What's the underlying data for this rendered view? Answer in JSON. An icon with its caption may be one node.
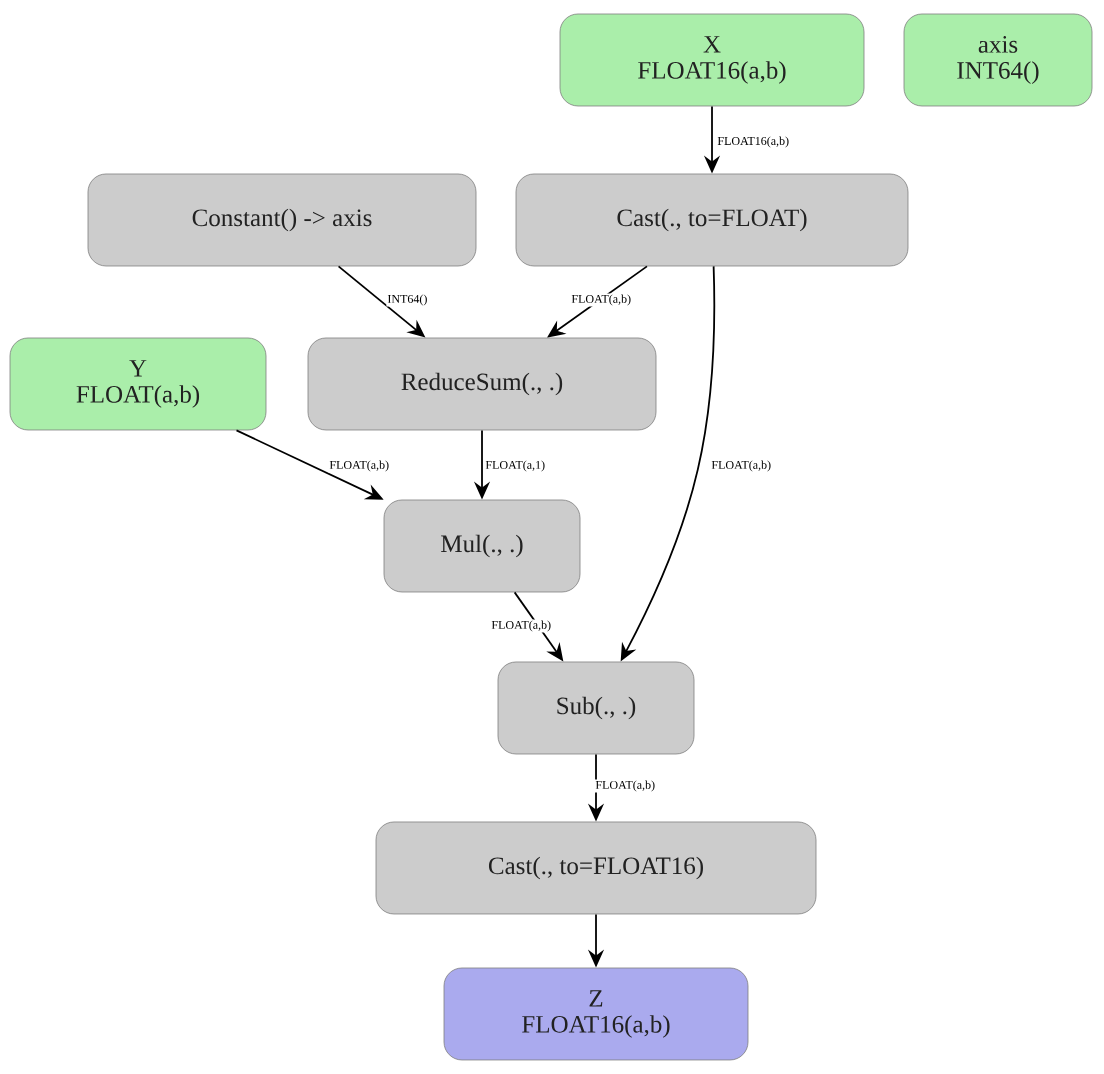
{
  "diagram": {
    "nodes": [
      {
        "text": [
          "X",
          "FLOAT16(a,b)"
        ]
      },
      {
        "text": [
          "axis",
          "INT64()"
        ]
      },
      {
        "text": [
          "Constant() -> axis"
        ]
      },
      {
        "text": [
          "Cast(., to=FLOAT)"
        ]
      },
      {
        "text": [
          "Y",
          "FLOAT(a,b)"
        ]
      },
      {
        "text": [
          "ReduceSum(., .)"
        ]
      },
      {
        "text": [
          "Mul(., .)"
        ]
      },
      {
        "text": [
          "Sub(., .)"
        ]
      },
      {
        "text": [
          "Cast(., to=FLOAT16)"
        ]
      },
      {
        "text": [
          "Z",
          "FLOAT16(a,b)"
        ]
      }
    ],
    "edges": [
      {
        "from": 0,
        "to": 3,
        "arrow": "to",
        "label": "FLOAT16(a,b)"
      },
      {
        "from": 2,
        "to": 5,
        "arrow": "to",
        "label": "INT64()"
      },
      {
        "from": 3,
        "to": 5,
        "arrow": "to",
        "label": "FLOAT(a,b)"
      },
      {
        "from": 3,
        "to": 7,
        "arrow": "to",
        "label": "FLOAT(a,b)"
      },
      {
        "from": 4,
        "to": 6,
        "arrow": "to",
        "label": "FLOAT(a,b)"
      },
      {
        "from": 5,
        "to": 6,
        "arrow": "to",
        "label": "FLOAT(a,1)"
      },
      {
        "from": 6,
        "to": 7,
        "arrow": "to",
        "label": "FLOAT(a,b)"
      },
      {
        "from": 7,
        "to": 8,
        "arrow": "to",
        "label": "FLOAT(a,b)"
      },
      {
        "from": 8,
        "to": 9,
        "arrow": "to"
      }
    ]
  }
}
